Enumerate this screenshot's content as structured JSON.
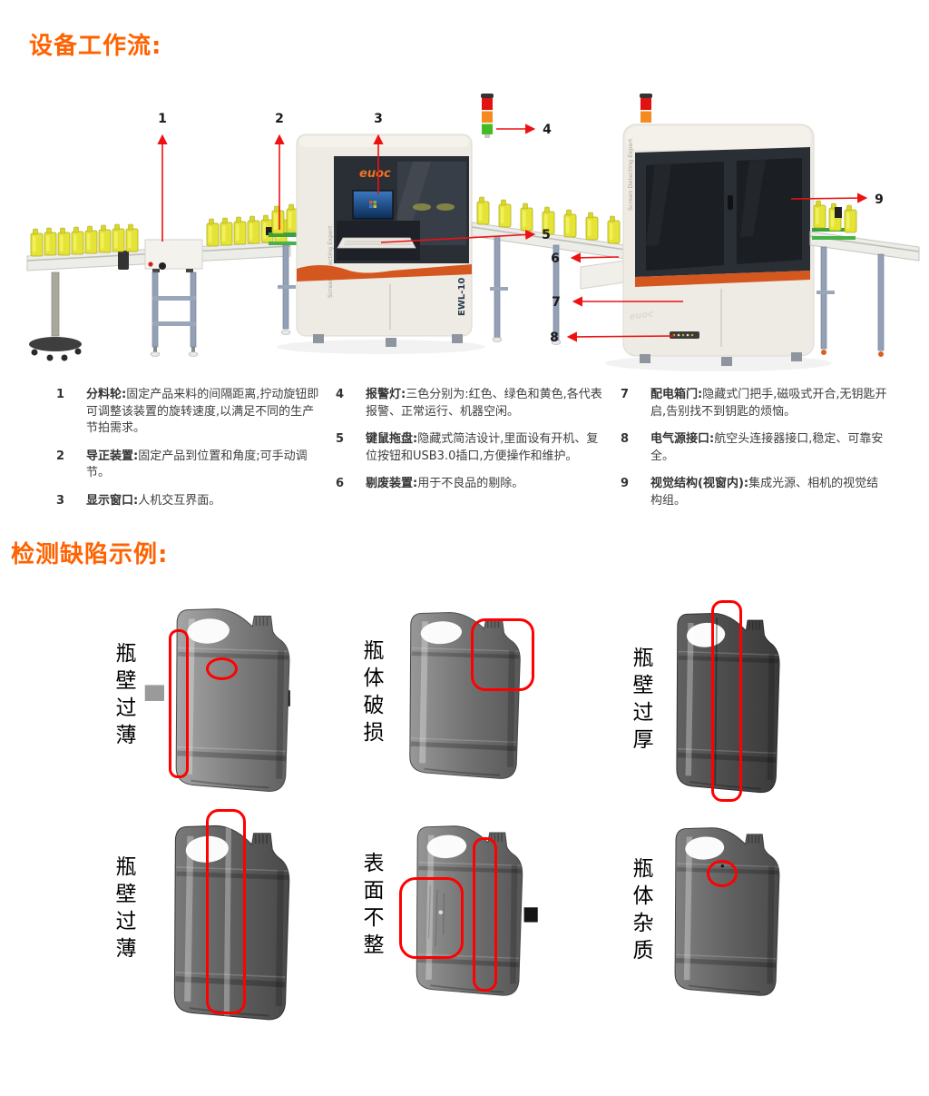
{
  "colors": {
    "accent_orange": "#FF6200",
    "machine_orange": "#D4571F",
    "annotation_red": "#FF0000",
    "arrow_red": "#EE1111",
    "bottle_yellow": "#E5E335",
    "conveyor_green": "#3BA23B"
  },
  "sections": {
    "workflow": {
      "title": "设备工作流:",
      "callouts": [
        "1",
        "2",
        "3",
        "4",
        "5",
        "6",
        "7",
        "8",
        "9"
      ],
      "machine": {
        "brand": "euoc",
        "model": "EWL-10",
        "tagline": "Screen Detecting Expert"
      },
      "legend": [
        {
          "num": "1",
          "term": "分料轮:",
          "desc": "固定产品来料的间隔距离,拧动旋钮即可调整该装置的旋转速度,以满足不同的生产节拍需求。"
        },
        {
          "num": "2",
          "term": "导正装置:",
          "desc": "固定产品到位置和角度;可手动调节。"
        },
        {
          "num": "3",
          "term": "显示窗口:",
          "desc": "人机交互界面。"
        },
        {
          "num": "4",
          "term": "报警灯:",
          "desc": "三色分别为:红色、绿色和黄色,各代表报警、正常运行、机器空闲。"
        },
        {
          "num": "5",
          "term": "键鼠拖盘:",
          "desc": "隐藏式简洁设计,里面设有开机、复位按钮和USB3.0插口,方便操作和维护。"
        },
        {
          "num": "6",
          "term": "剔废装置:",
          "desc": "用于不良品的剔除。"
        },
        {
          "num": "7",
          "term": "配电箱门:",
          "desc": "隐藏式门把手,磁吸式开合,无钥匙开启,告别找不到钥匙的烦恼。"
        },
        {
          "num": "8",
          "term": "电气源接口:",
          "desc": "航空头连接器接口,稳定、可靠安全。"
        },
        {
          "num": "9",
          "term": "视觉结构(视窗内):",
          "desc": "集成光源、相机的视觉结构组。"
        }
      ]
    },
    "defects": {
      "title": "检测缺陷示例:",
      "examples": [
        {
          "label": "瓶壁过薄"
        },
        {
          "label": "瓶体破损"
        },
        {
          "label": "瓶壁过厚"
        },
        {
          "label": "瓶壁过薄"
        },
        {
          "label": "表面不整"
        },
        {
          "label": "瓶体杂质"
        }
      ]
    }
  }
}
